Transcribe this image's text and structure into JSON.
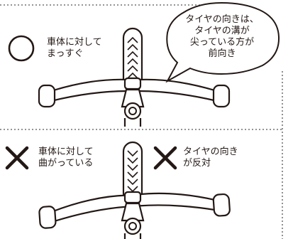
{
  "panels": {
    "correct": {
      "mark": "〇",
      "text": "車体に対して\nまっすぐ"
    },
    "wrong_bent": {
      "mark": "✕",
      "text": "車体に対して\n曲がっている"
    },
    "wrong_reversed": {
      "mark": "✕",
      "text": "タイヤの向き\nが反対"
    }
  },
  "callout": {
    "text": "タイヤの向きは、\nタイヤの溝が\n尖っている方が\n前向き"
  },
  "colors": {
    "ink": "#231815",
    "dotted_border": "#555555",
    "background": "#ffffff"
  },
  "icons": [
    "circle-mark-icon",
    "cross-mark-icon",
    "handlebar-illustration",
    "tire-tread-illustration"
  ]
}
